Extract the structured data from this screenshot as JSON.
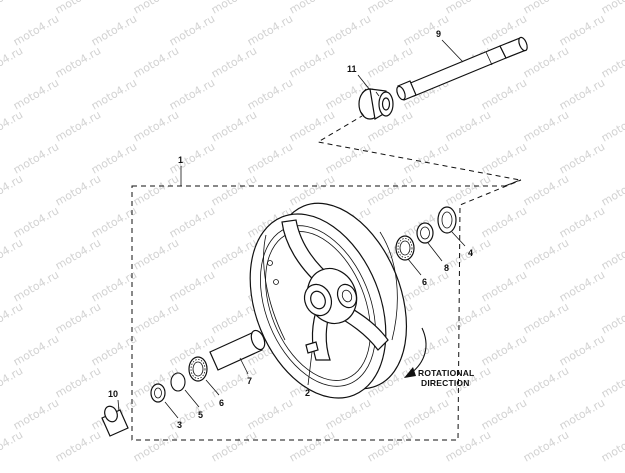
{
  "watermark": {
    "text": "moto4.ru",
    "color": "#d2d2d2"
  },
  "callouts": {
    "c1": "1",
    "c2": "2",
    "c3": "3",
    "c4": "4",
    "c5": "5",
    "c6a": "6",
    "c6b": "6",
    "c7": "7",
    "c8": "8",
    "c9": "9",
    "c10": "10",
    "c11": "11"
  },
  "rotation_note": {
    "line1": "ROTATIONAL",
    "line2": "DIRECTION"
  },
  "colors": {
    "line": "#111111",
    "background": "#ffffff"
  }
}
